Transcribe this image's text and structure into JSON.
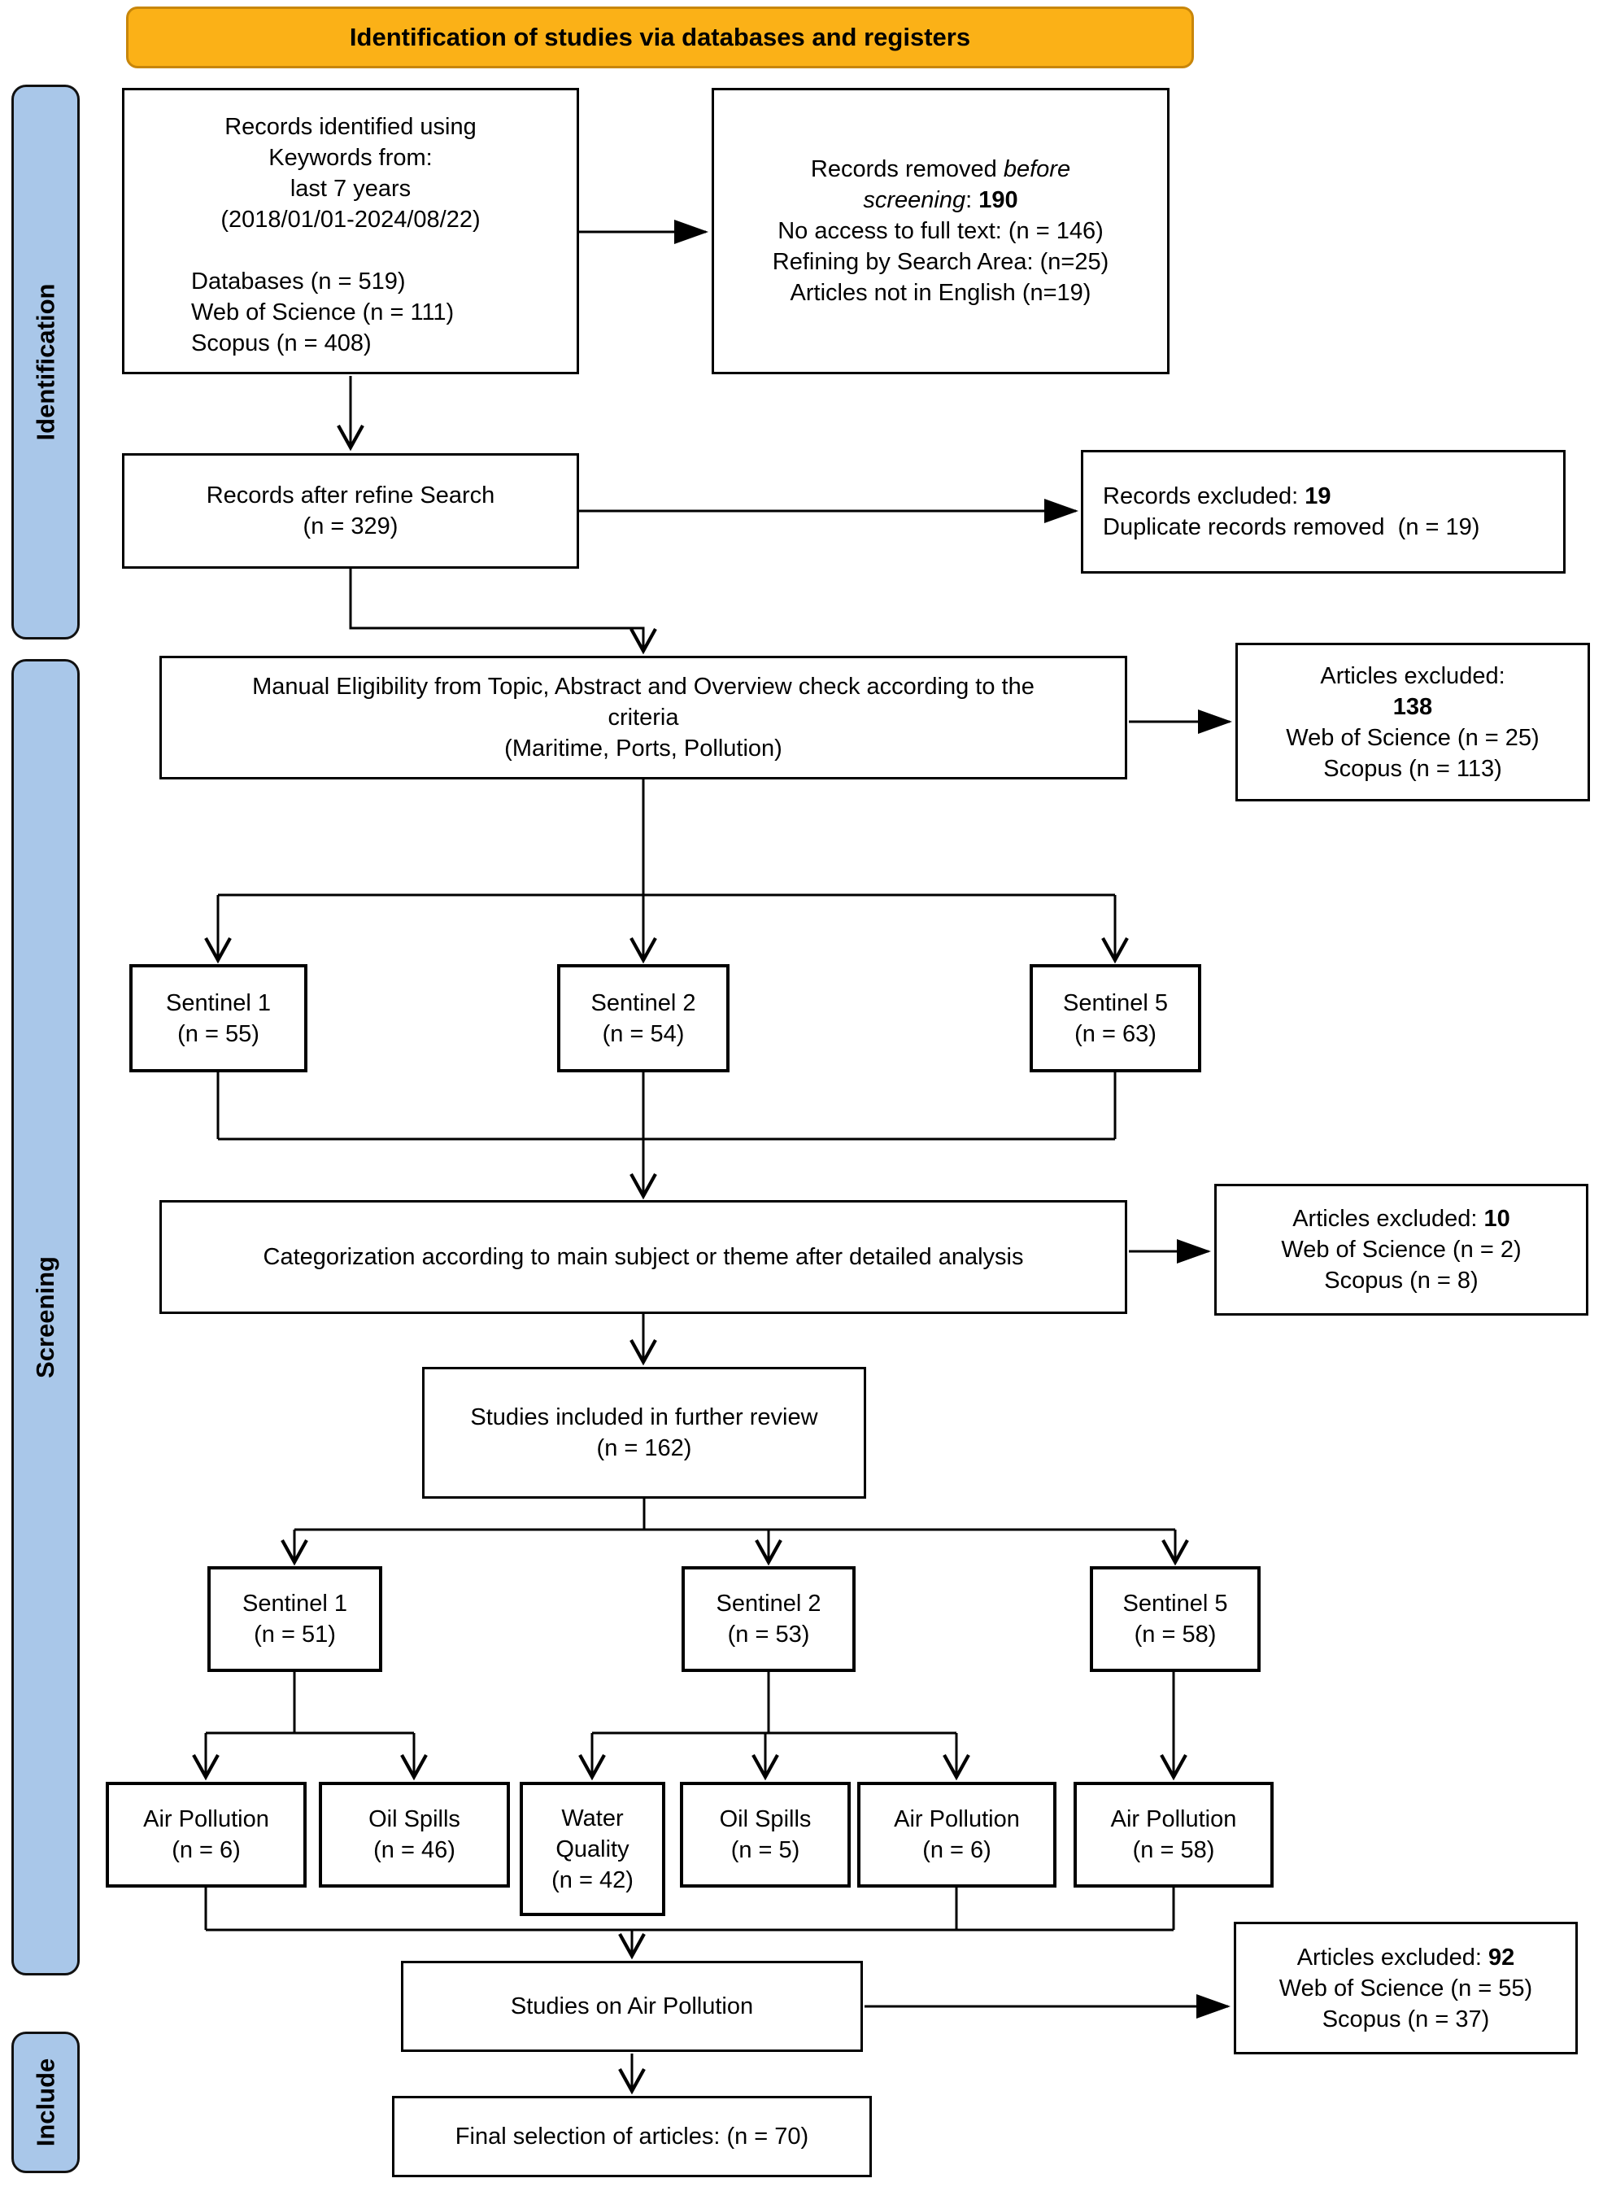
{
  "banner": {
    "title": "Identification of studies via databases and registers"
  },
  "sidebar": {
    "identification": "Identification",
    "screening": "Screening",
    "include": "Include"
  },
  "colors": {
    "banner_fill": "#FBB117",
    "banner_border": "#C8860A",
    "sidebar_fill": "#A9C7E9",
    "box_border": "#000000"
  },
  "boxes": {
    "records_identified": {
      "centered": [
        "Records identified using",
        "Keywords from:",
        "last 7 years",
        "(2018/01/01-2024/08/22)"
      ],
      "left": [
        "Databases (n = 519)",
        "Web of Science (n = 111)",
        "Scopus (n = 408)"
      ]
    },
    "records_removed": {
      "line1_normal": "Records removed ",
      "line1_italic": "before",
      "line2_italic": "screening",
      "line2_sep": ": ",
      "line2_count": "190",
      "line3": "No access to full text: (n = 146)",
      "line4": "Refining by Search Area: (n=25)",
      "line5": "Articles not in English (n=19)"
    },
    "records_refined": {
      "line1": "Records after refine Search",
      "line2": "(n = 329)"
    },
    "records_excluded": {
      "label": "Records excluded: ",
      "count": "19",
      "detail": "Duplicate records removed  (n = 19)"
    },
    "manual_eligibility": {
      "line1": "Manual Eligibility from Topic, Abstract and Overview check according to the",
      "line2": "criteria",
      "line3": "(Maritime, Ports, Pollution)"
    },
    "articles_excluded_1": {
      "label": "Articles excluded:",
      "count": "138",
      "detail1": "Web of Science (n = 25)",
      "detail2": "Scopus (n = 113)"
    },
    "sentinel_row1": [
      {
        "name": "Sentinel 1",
        "n": "(n = 55)"
      },
      {
        "name": "Sentinel 2",
        "n": "(n = 54)"
      },
      {
        "name": "Sentinel 5",
        "n": "(n = 63)"
      }
    ],
    "categorization": {
      "line1": "Categorization according to main subject or theme after detailed analysis"
    },
    "articles_excluded_2": {
      "label": "Articles excluded: ",
      "count": "10",
      "detail1": "Web of Science (n = 2)",
      "detail2": "Scopus (n = 8)"
    },
    "studies_included": {
      "line1": "Studies included in further review",
      "line2": "(n = 162)"
    },
    "sentinel_row2": [
      {
        "name": "Sentinel 1",
        "n": "(n = 51)"
      },
      {
        "name": "Sentinel 2",
        "n": "(n = 53)"
      },
      {
        "name": "Sentinel 5",
        "n": "(n = 58)"
      }
    ],
    "categories": [
      {
        "name": "Air Pollution",
        "n": "(n = 6)"
      },
      {
        "name": "Oil Spills",
        "n": "(n = 46)"
      },
      {
        "name": "Water Quality",
        "n": "(n = 42)"
      },
      {
        "name": "Oil Spills",
        "n": "(n = 5)"
      },
      {
        "name": "Air Pollution",
        "n": "(n = 6)"
      },
      {
        "name": "Air Pollution",
        "n": "(n = 58)"
      }
    ],
    "studies_air_pollution": {
      "line1": "Studies on Air Pollution"
    },
    "articles_excluded_3": {
      "label": "Articles excluded: ",
      "count": "92",
      "detail1": "Web of Science (n = 55)",
      "detail2": "Scopus (n = 37)"
    },
    "final_selection": {
      "line1": "Final selection of articles: (n = 70)"
    }
  }
}
